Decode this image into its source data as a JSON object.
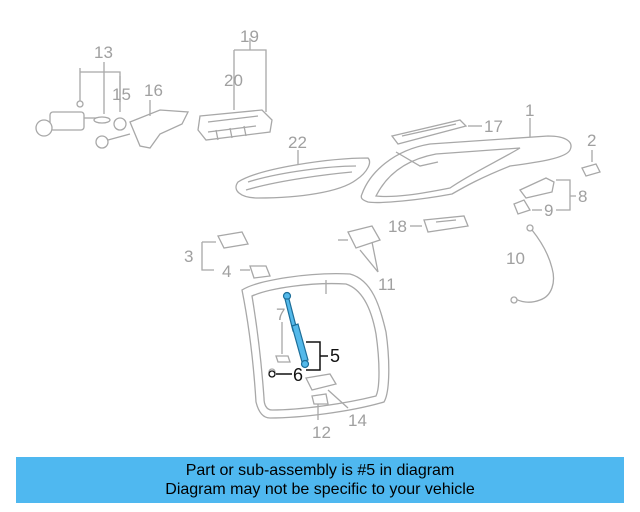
{
  "callouts": [
    {
      "id": "1",
      "text": "1"
    },
    {
      "id": "2",
      "text": "2"
    },
    {
      "id": "3",
      "text": "3"
    },
    {
      "id": "4",
      "text": "4"
    },
    {
      "id": "5",
      "text": "5"
    },
    {
      "id": "6",
      "text": "6"
    },
    {
      "id": "7",
      "text": "7"
    },
    {
      "id": "8",
      "text": "8"
    },
    {
      "id": "9",
      "text": "9"
    },
    {
      "id": "10",
      "text": "10"
    },
    {
      "id": "11",
      "text": "11"
    },
    {
      "id": "12",
      "text": "12"
    },
    {
      "id": "13",
      "text": "13"
    },
    {
      "id": "14",
      "text": "14"
    },
    {
      "id": "15",
      "text": "15"
    },
    {
      "id": "16",
      "text": "16"
    },
    {
      "id": "17",
      "text": "17"
    },
    {
      "id": "18",
      "text": "18"
    },
    {
      "id": "19",
      "text": "19"
    },
    {
      "id": "20",
      "text": "20"
    },
    {
      "id": "22",
      "text": "22"
    }
  ],
  "highlight": {
    "part": "5",
    "color": "#54b9ea"
  },
  "banner": {
    "line1": "Part or sub-assembly is #5 in diagram",
    "line2": "Diagram may not be specific to your vehicle",
    "color": "#4fb8f0"
  }
}
